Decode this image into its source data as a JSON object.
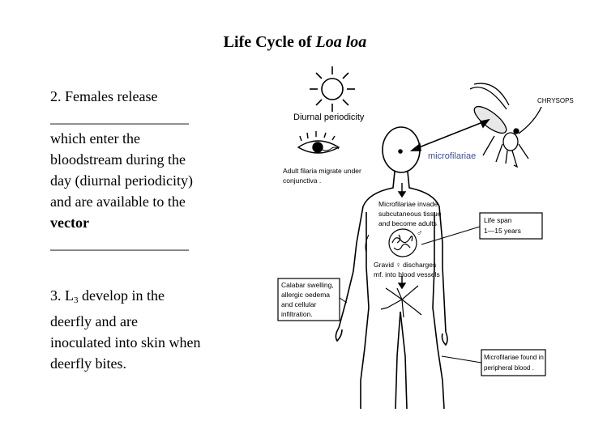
{
  "title": {
    "prefix": "Life Cycle of ",
    "organism": "Loa loa"
  },
  "text": {
    "step2": {
      "line1": "2.  Females release",
      "blank1": "___________________",
      "line2": "which enter the",
      "line3": "bloodstream during  the",
      "line4": "day (diurnal periodicity)",
      "line5": "and are available to the",
      "line6": "vector",
      "blank2": "___________________"
    },
    "step3": {
      "line1_prefix": "3.  L",
      "line1_sub": "3",
      "line1_suffix": " develop in the",
      "line2": "deerfly and are",
      "line3": "inoculated into skin when",
      "line4": "deerfly bites."
    }
  },
  "diagram": {
    "diurnal": "Diurnal  periodicity",
    "chrysops": "CHRYSOPS",
    "microfilariae": "microfilariae",
    "adult_migrate": [
      "Adult  filaria  migrate under",
      "conjunctiva ."
    ],
    "microfilariae_invade": [
      "Microfilariae invade",
      "subcutaneous tissue",
      "and  become  adults"
    ],
    "male_symbol": "♂",
    "life_span": [
      "Life  span",
      "1—15  years"
    ],
    "gravid": [
      "Gravid  ♀ discharges",
      "mf. into blood vessels"
    ],
    "calabar": [
      "Calabar swelling,",
      "allergic  oedema",
      "and   cellular",
      "infiltration."
    ],
    "peripheral": [
      "Microfilariae found in",
      "peripheral  blood ."
    ]
  },
  "colors": {
    "text": "#000000",
    "microfilariae_label": "#3a4ea8",
    "background": "#ffffff"
  }
}
